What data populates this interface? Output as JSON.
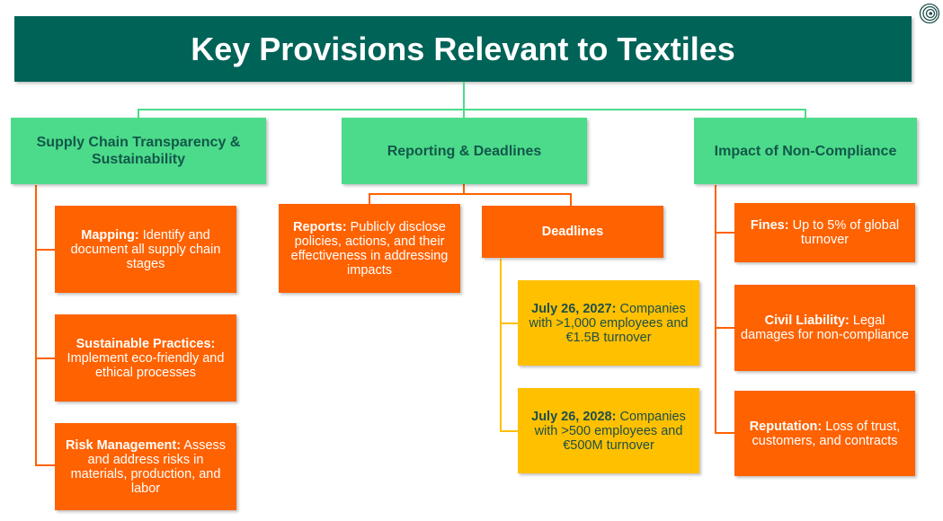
{
  "title": "Key Provisions Relevant to Textiles",
  "categories": [
    {
      "label": "Supply Chain Transparency & Sustainability",
      "items": [
        {
          "bold": "Mapping:",
          "text": " Identify and document all supply chain stages"
        },
        {
          "bold": "Sustainable Practices:",
          "text": " Implement eco-friendly and ethical processes"
        },
        {
          "bold": "Risk Management:",
          "text": " Assess and address risks in materials, production, and labor"
        }
      ]
    },
    {
      "label": "Reporting & Deadlines",
      "items": [
        {
          "bold": "Reports:",
          "text": " Publicly disclose policies, actions, and their effectiveness in addressing impacts"
        },
        {
          "bold": "Deadlines",
          "text": ""
        }
      ],
      "deadlines": [
        {
          "bold": "July 26, 2027:",
          "text": " Companies with >1,000 employees and €1.5B turnover"
        },
        {
          "bold": "July 26, 2028:",
          "text": " Companies with >500 employees and €500M turnover"
        }
      ]
    },
    {
      "label": "Impact of Non-Compliance",
      "items": [
        {
          "bold": "Fines:",
          "text": " Up to 5% of global turnover"
        },
        {
          "bold": "Civil Liability:",
          "text": " Legal damages for non-compliance"
        },
        {
          "bold": "Reputation:",
          "text": " Loss of trust, customers, and contracts"
        }
      ]
    }
  ],
  "colors": {
    "title_bg": "#006358",
    "category_bg": "#4cdb8a",
    "category_text": "#12584a",
    "item_bg": "#ff6200",
    "deadline_bg": "#ffc000"
  },
  "logo_icon": "spiral-logo-icon"
}
